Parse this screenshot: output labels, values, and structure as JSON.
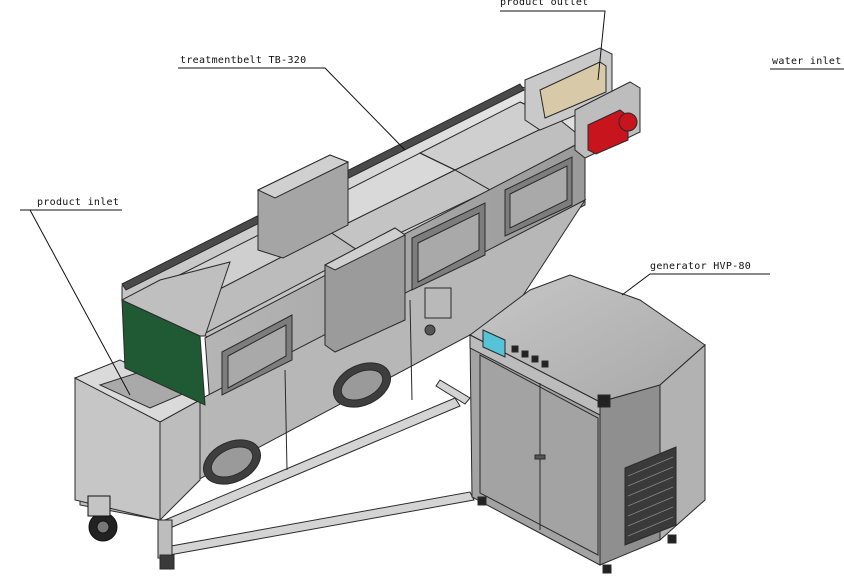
{
  "labels": {
    "product_outlet": "product outlet",
    "treatment_belt": "treatmentbelt TB-320",
    "water_inlet": "water inlet",
    "product_inlet": "product inlet",
    "generator": "generator HVP-80"
  },
  "colors": {
    "machine_body": "#c9c9c9",
    "machine_dark": "#8d8d8d",
    "hood_green": "#1f5a34",
    "motor_red": "#c8141c",
    "outlet_wood": "#d8c9a8",
    "generator_screen": "#57c3d6",
    "outline": "#2a2a2a"
  }
}
